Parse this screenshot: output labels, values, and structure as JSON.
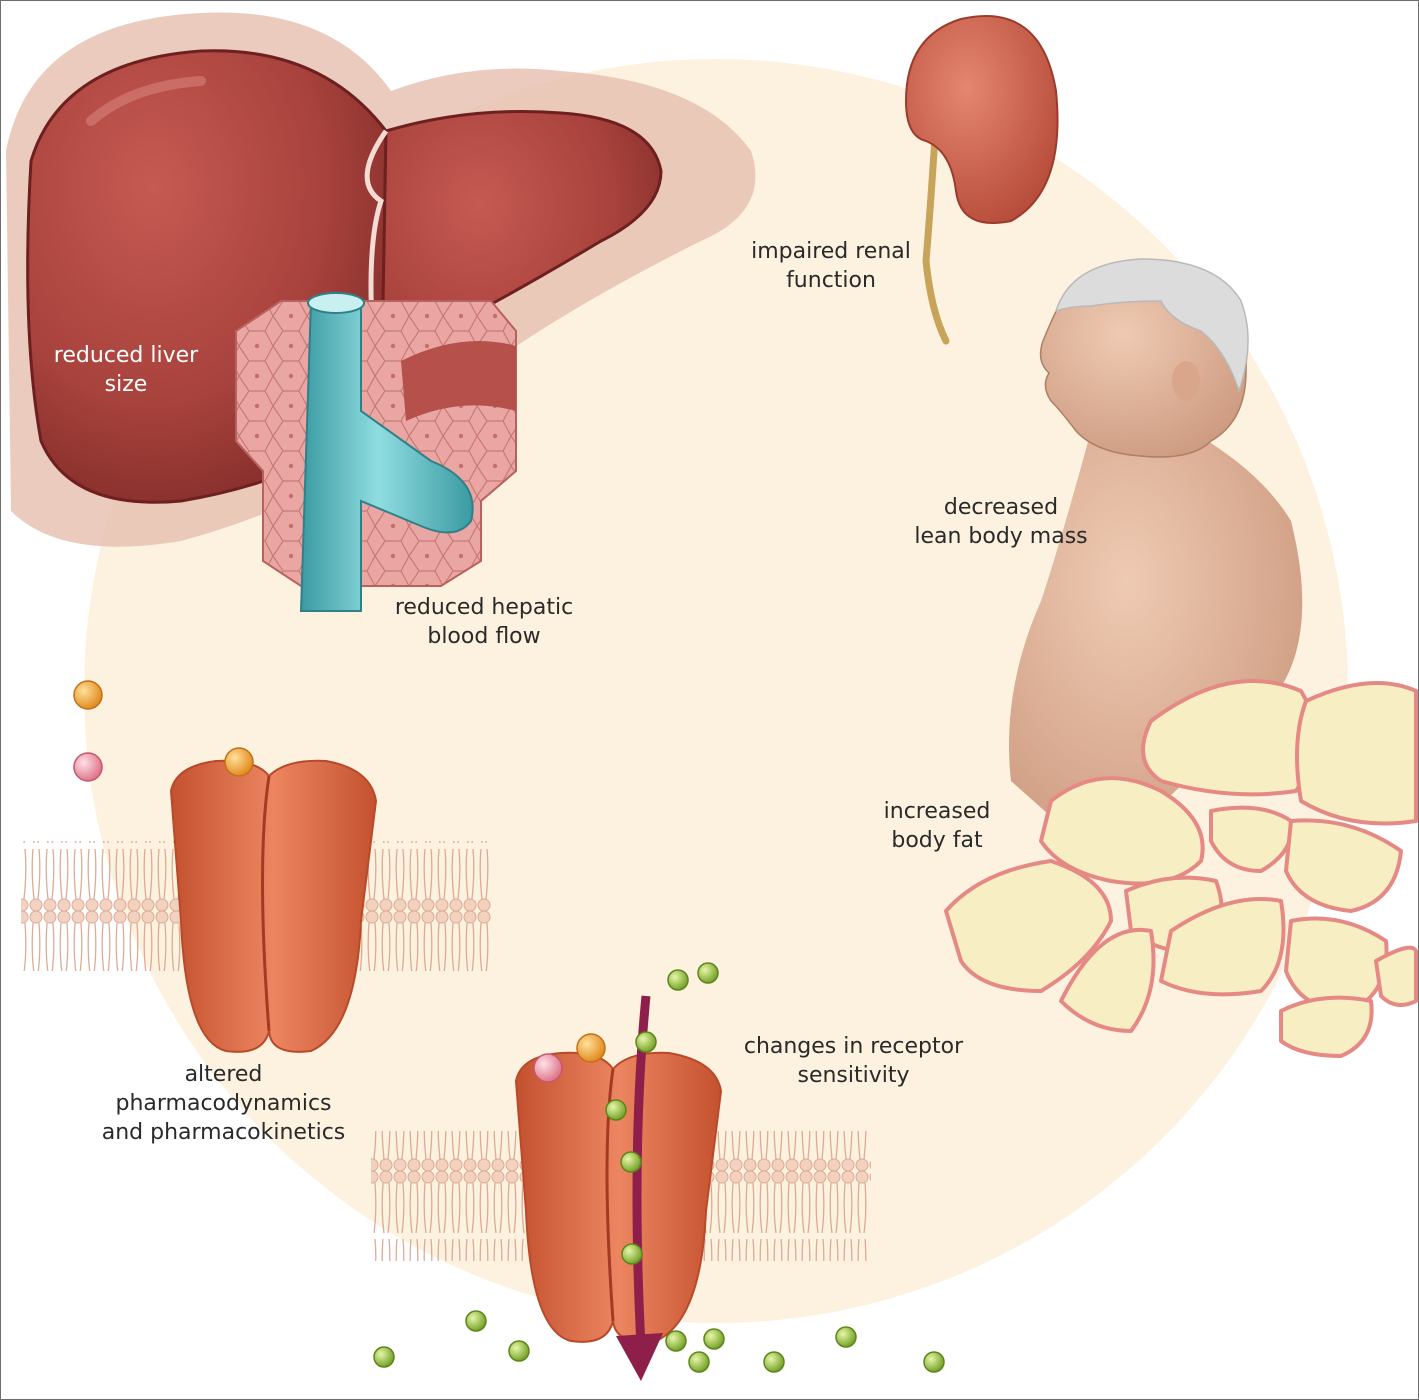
{
  "labels": {
    "liver": [
      "reduced liver",
      "size"
    ],
    "hepatic": [
      "reduced hepatic",
      "blood flow"
    ],
    "renal": [
      "impaired renal",
      "function"
    ],
    "lean": [
      "decreased",
      "lean body mass"
    ],
    "fat": [
      "increased",
      "body fat"
    ],
    "receptor": [
      "changes in receptor",
      "sensitivity"
    ],
    "pharm": [
      "altered",
      "pharmacodynamics",
      "and pharmacokinetics"
    ]
  },
  "colors": {
    "background_circle": "#fcf2df",
    "liver": "#a8423c",
    "liver_dark": "#7a2422",
    "kidney": "#c85a48",
    "vessel": "#6fc5c9",
    "tissue": "#e9a3a0",
    "receptor": "#e0704e",
    "membrane": "#e8b9a4",
    "fat_cell": "#f7efc3",
    "fat_outline": "#e58985",
    "skin": "#e3b9a0",
    "arrow": "#8d1f4a",
    "molecule_green": "#9ac83c",
    "molecule_orange": "#f2a02b",
    "molecule_pink": "#ef8fa3"
  }
}
